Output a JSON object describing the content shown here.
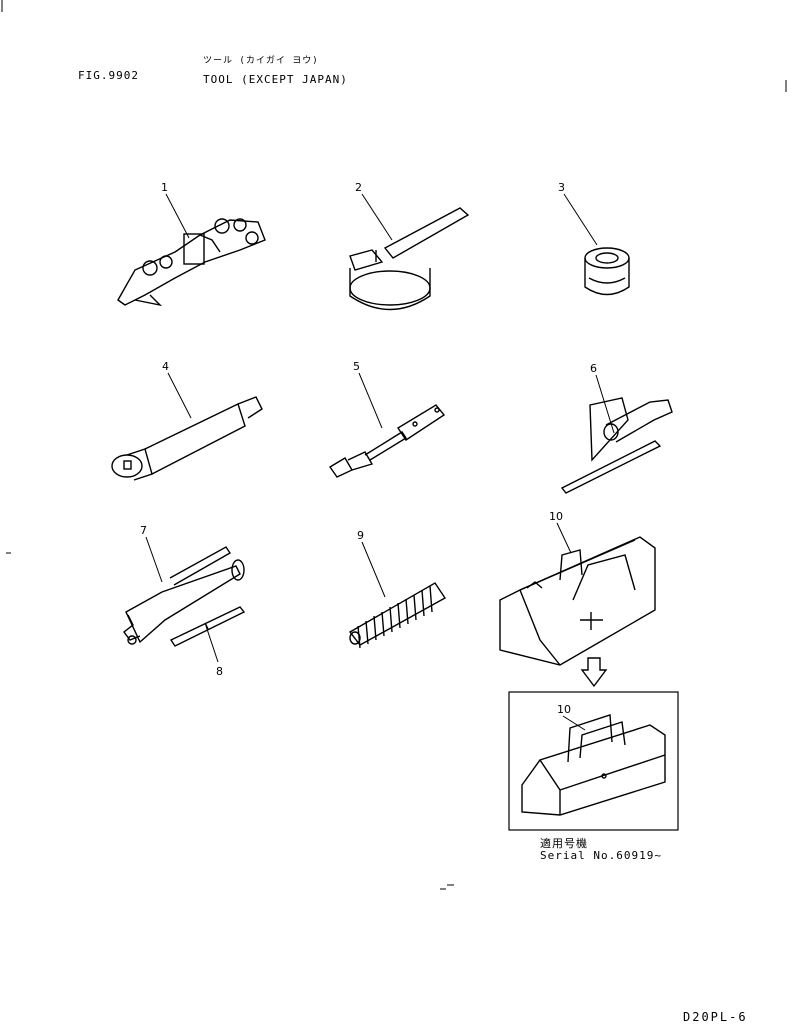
{
  "header": {
    "fig_number": "FIG.9902",
    "title_jp": "ツール (カイガイ ヨウ)",
    "title": "TOOL  (EXCEPT JAPAN)"
  },
  "callouts": [
    "1",
    "2",
    "3",
    "4",
    "5",
    "6",
    "7",
    "8",
    "9",
    "10",
    "10"
  ],
  "inset": {
    "serial_jp": "適用号機",
    "serial": "Serial No.60919~"
  },
  "footer": {
    "page_code": "D20PL-6"
  }
}
